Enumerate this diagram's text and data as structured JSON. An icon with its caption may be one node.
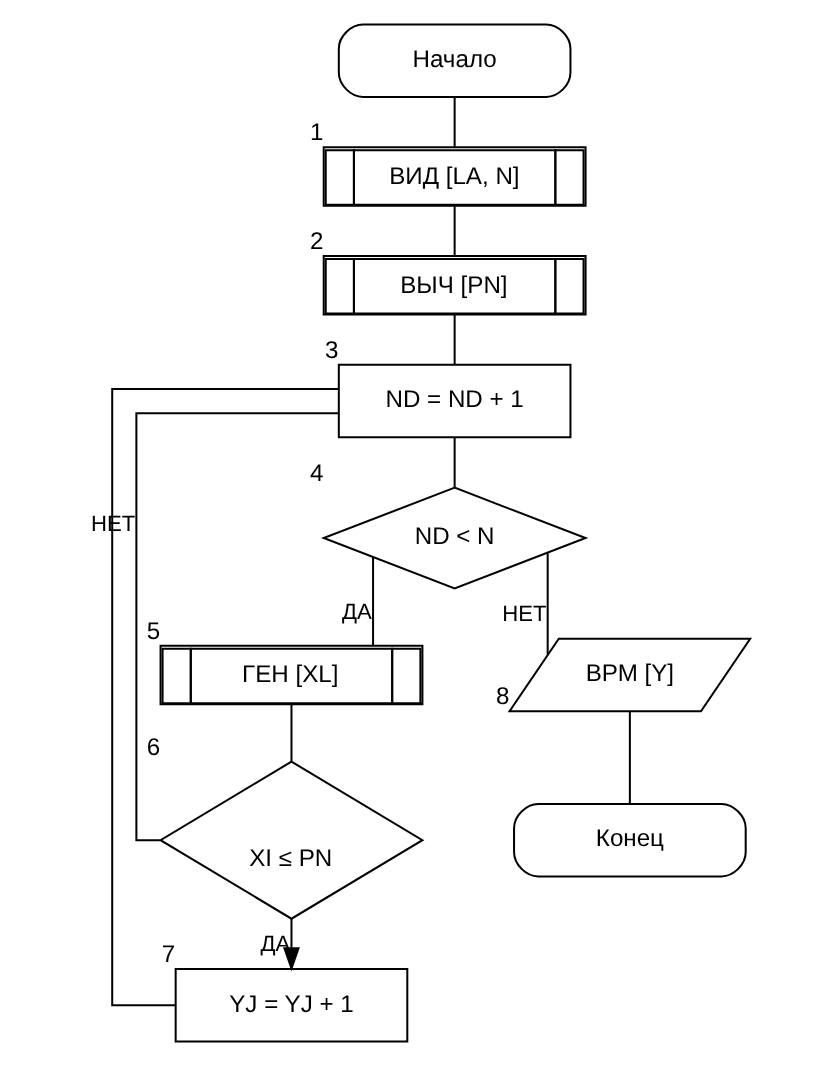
{
  "diagram": {
    "nodes": [
      {
        "text": [
          "Начало"
        ]
      },
      {
        "text": [
          "ВИД [LA, N]"
        ],
        "beside": [
          "1"
        ]
      },
      {
        "text": [
          "ВЫЧ [PN]"
        ],
        "beside": [
          "2"
        ]
      },
      {
        "text": [
          "ND = ND + 1"
        ],
        "beside": [
          "3"
        ]
      },
      {
        "text": [
          "ND < N"
        ],
        "beside": [
          "4"
        ]
      },
      {
        "text": [
          "ГЕН [XL]"
        ],
        "beside": [
          "5"
        ]
      },
      {
        "text": [
          "XI ≤ PN"
        ],
        "beside": [
          "6"
        ]
      },
      {
        "text": [
          "YJ = YJ + 1"
        ],
        "beside": [
          "7"
        ]
      },
      {
        "text": [
          "ВРМ [Y]"
        ],
        "beside": [
          "8"
        ]
      },
      {
        "text": [
          "Конец"
        ]
      }
    ],
    "edges": [
      {
        "from": 0,
        "to": 1,
        "arrow": "none"
      },
      {
        "from": 1,
        "to": 2,
        "arrow": "none"
      },
      {
        "from": 2,
        "to": 3,
        "arrow": "none"
      },
      {
        "from": 3,
        "to": 4,
        "arrow": "none"
      },
      {
        "from": 4,
        "to": 5,
        "arrow": "none",
        "label": "ДА"
      },
      {
        "from": 4,
        "to": 8,
        "arrow": "none",
        "label": "НЕТ"
      },
      {
        "from": 5,
        "to": 6,
        "arrow": "none"
      },
      {
        "from": 6,
        "to": 7,
        "arrow": "to",
        "label": "ДА"
      },
      {
        "from": 6,
        "to": 3,
        "arrow": "none",
        "label": "НЕТ"
      },
      {
        "from": 7,
        "to": 3,
        "arrow": "none"
      },
      {
        "from": 8,
        "to": 9,
        "arrow": "none"
      }
    ]
  }
}
